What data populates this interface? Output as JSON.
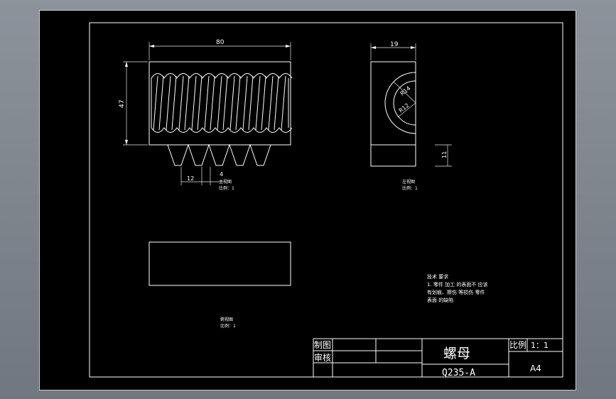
{
  "drawing": {
    "views": {
      "front": {
        "dim_width": "80",
        "dim_height": "47",
        "dim_tooth_pitch": "12",
        "dim_tooth_gap": "4",
        "caption": "主视图",
        "scale": "比例：1"
      },
      "side": {
        "dim_width": "19",
        "dim_r1": "R14",
        "dim_r2": "R12",
        "dim_tooth": "11",
        "caption": "左视图",
        "scale": "比例：1"
      },
      "top": {
        "caption": "俯视图",
        "scale": "比例：1"
      }
    },
    "notes": {
      "title": "技术 要求",
      "lines": [
        "1. 零件 加工 的表面不 应该",
        "有划痕、擦伤 等损伤 零件",
        "表面 的缺陷"
      ]
    },
    "title_block": {
      "row1_label": "制图",
      "row2_label": "审核",
      "part_name": "螺母",
      "material": "Q235-A",
      "scale_label": "比例",
      "scale_value": "1：1",
      "sheet_size": "A4"
    }
  },
  "colors": {
    "background": "#000000",
    "lines": "#ffffff",
    "outer_frame": "#8d939a"
  }
}
